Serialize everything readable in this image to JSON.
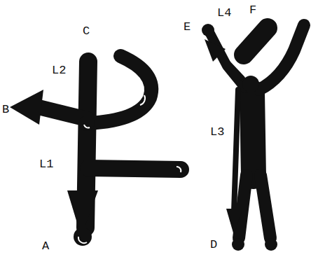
{
  "diagram": {
    "labels": [
      "C",
      "L2",
      "B",
      "L1",
      "A",
      "E",
      "L4",
      "F",
      "L3",
      "D"
    ]
  }
}
